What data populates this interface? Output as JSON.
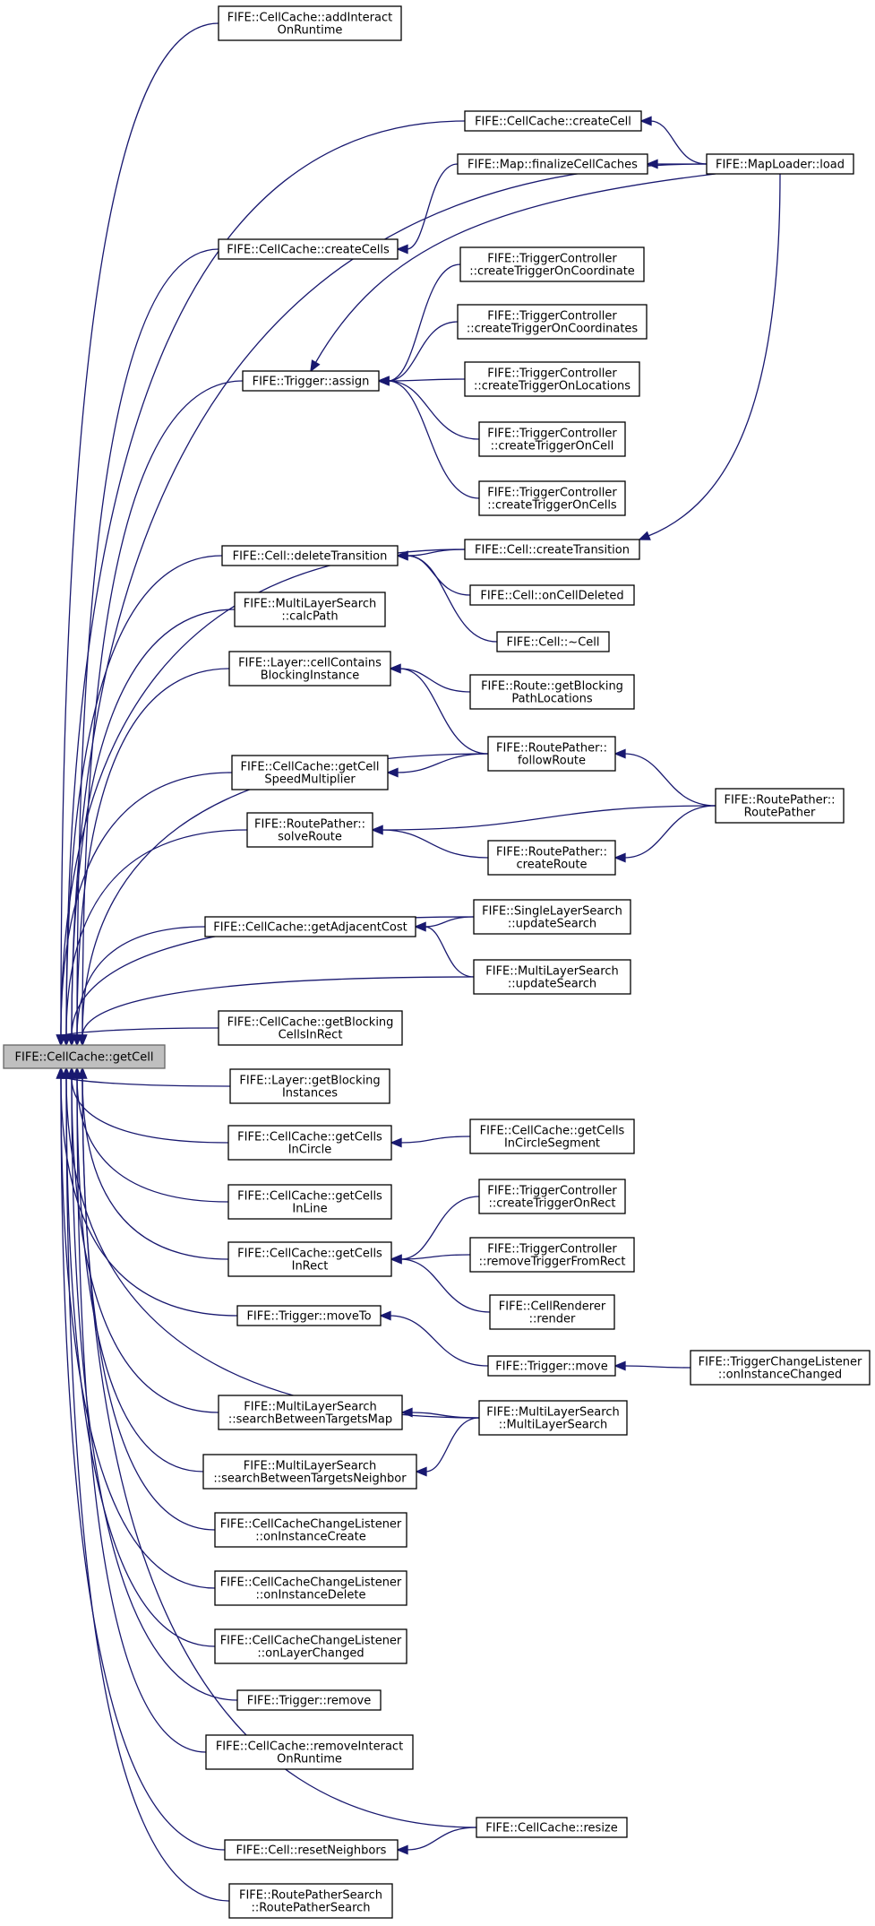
{
  "root": "n_getCell",
  "nodes": [
    {
      "id": "n_getCell",
      "lines": [
        "FIFE::CellCache::getCell"
      ]
    },
    {
      "id": "n_addInteract",
      "lines": [
        "FIFE::CellCache::addInteract",
        "OnRuntime"
      ]
    },
    {
      "id": "n_createCell",
      "lines": [
        "FIFE::CellCache::createCell"
      ]
    },
    {
      "id": "n_finalize",
      "lines": [
        "FIFE::Map::finalizeCellCaches"
      ]
    },
    {
      "id": "n_mapLoad",
      "lines": [
        "FIFE::MapLoader::load"
      ]
    },
    {
      "id": "n_createCells",
      "lines": [
        "FIFE::CellCache::createCells"
      ]
    },
    {
      "id": "n_tcCoord",
      "lines": [
        "FIFE::TriggerController",
        "::createTriggerOnCoordinate"
      ]
    },
    {
      "id": "n_tcCoords",
      "lines": [
        "FIFE::TriggerController",
        "::createTriggerOnCoordinates"
      ]
    },
    {
      "id": "n_assign",
      "lines": [
        "FIFE::Trigger::assign"
      ]
    },
    {
      "id": "n_tcLocs",
      "lines": [
        "FIFE::TriggerController",
        "::createTriggerOnLocations"
      ]
    },
    {
      "id": "n_tcCell",
      "lines": [
        "FIFE::TriggerController",
        "::createTriggerOnCell"
      ]
    },
    {
      "id": "n_tcCells",
      "lines": [
        "FIFE::TriggerController",
        "::createTriggerOnCells"
      ]
    },
    {
      "id": "n_deleteTrans",
      "lines": [
        "FIFE::Cell::deleteTransition"
      ]
    },
    {
      "id": "n_createTrans",
      "lines": [
        "FIFE::Cell::createTransition"
      ]
    },
    {
      "id": "n_onCellDeleted",
      "lines": [
        "FIFE::Cell::onCellDeleted"
      ]
    },
    {
      "id": "n_mlsCalcPath",
      "lines": [
        "FIFE::MultiLayerSearch",
        "::calcPath"
      ]
    },
    {
      "id": "n_dtorCell",
      "lines": [
        "FIFE::Cell::~Cell"
      ]
    },
    {
      "id": "n_cellContains",
      "lines": [
        "FIFE::Layer::cellContains",
        "BlockingInstance"
      ]
    },
    {
      "id": "n_routeGetBlocking",
      "lines": [
        "FIFE::Route::getBlocking",
        "PathLocations"
      ]
    },
    {
      "id": "n_speedMult",
      "lines": [
        "FIFE::CellCache::getCell",
        "SpeedMultiplier"
      ]
    },
    {
      "id": "n_followRoute",
      "lines": [
        "FIFE::RoutePather::",
        "followRoute"
      ]
    },
    {
      "id": "n_solveRoute",
      "lines": [
        "FIFE::RoutePather::",
        "solveRoute"
      ]
    },
    {
      "id": "n_routePather",
      "lines": [
        "FIFE::RoutePather::",
        "RoutePather"
      ]
    },
    {
      "id": "n_createRoute",
      "lines": [
        "FIFE::RoutePather::",
        "createRoute"
      ]
    },
    {
      "id": "n_adjCost",
      "lines": [
        "FIFE::CellCache::getAdjacentCost"
      ]
    },
    {
      "id": "n_slsUpdate",
      "lines": [
        "FIFE::SingleLayerSearch",
        "::updateSearch"
      ]
    },
    {
      "id": "n_mlsUpdate",
      "lines": [
        "FIFE::MultiLayerSearch",
        "::updateSearch"
      ]
    },
    {
      "id": "n_getBlockingCells",
      "lines": [
        "FIFE::CellCache::getBlocking",
        "CellsInRect"
      ]
    },
    {
      "id": "n_layerGetBlocking",
      "lines": [
        "FIFE::Layer::getBlocking",
        "Instances"
      ]
    },
    {
      "id": "n_inCircle",
      "lines": [
        "FIFE::CellCache::getCells",
        "InCircle"
      ]
    },
    {
      "id": "n_inCircleSeg",
      "lines": [
        "FIFE::CellCache::getCells",
        "InCircleSegment"
      ]
    },
    {
      "id": "n_inLine",
      "lines": [
        "FIFE::CellCache::getCells",
        "InLine"
      ]
    },
    {
      "id": "n_tcOnRect",
      "lines": [
        "FIFE::TriggerController",
        "::createTriggerOnRect"
      ]
    },
    {
      "id": "n_inRect",
      "lines": [
        "FIFE::CellCache::getCells",
        "InRect"
      ]
    },
    {
      "id": "n_tcRemoveRect",
      "lines": [
        "FIFE::TriggerController",
        "::removeTriggerFromRect"
      ]
    },
    {
      "id": "n_cellRenderer",
      "lines": [
        "FIFE::CellRenderer",
        "::render"
      ]
    },
    {
      "id": "n_moveTo",
      "lines": [
        "FIFE::Trigger::moveTo"
      ]
    },
    {
      "id": "n_move",
      "lines": [
        "FIFE::Trigger::move"
      ]
    },
    {
      "id": "n_tclInstChanged",
      "lines": [
        "FIFE::TriggerChangeListener",
        "::onInstanceChanged"
      ]
    },
    {
      "id": "n_mlsBetweenMap",
      "lines": [
        "FIFE::MultiLayerSearch",
        "::searchBetweenTargetsMap"
      ]
    },
    {
      "id": "n_mlsCtor",
      "lines": [
        "FIFE::MultiLayerSearch",
        "::MultiLayerSearch"
      ]
    },
    {
      "id": "n_mlsBetweenNeighbor",
      "lines": [
        "FIFE::MultiLayerSearch",
        "::searchBetweenTargetsNeighbor"
      ]
    },
    {
      "id": "n_cclCreate",
      "lines": [
        "FIFE::CellCacheChangeListener",
        "::onInstanceCreate"
      ]
    },
    {
      "id": "n_cclDelete",
      "lines": [
        "FIFE::CellCacheChangeListener",
        "::onInstanceDelete"
      ]
    },
    {
      "id": "n_cclLayer",
      "lines": [
        "FIFE::CellCacheChangeListener",
        "::onLayerChanged"
      ]
    },
    {
      "id": "n_triggerRemove",
      "lines": [
        "FIFE::Trigger::remove"
      ]
    },
    {
      "id": "n_removeInteract",
      "lines": [
        "FIFE::CellCache::removeInteract",
        "OnRuntime"
      ]
    },
    {
      "id": "n_resize",
      "lines": [
        "FIFE::CellCache::resize"
      ]
    },
    {
      "id": "n_resetNeighbors",
      "lines": [
        "FIFE::Cell::resetNeighbors"
      ]
    },
    {
      "id": "n_rpsCtor",
      "lines": [
        "FIFE::RoutePatherSearch",
        "::RoutePatherSearch"
      ]
    }
  ],
  "edges": [
    {
      "from": "n_addInteract",
      "to": "n_getCell"
    },
    {
      "from": "n_createCell",
      "to": "n_getCell"
    },
    {
      "from": "n_mapLoad",
      "to": "n_getCell"
    },
    {
      "from": "n_createCells",
      "to": "n_getCell"
    },
    {
      "from": "n_assign",
      "to": "n_getCell"
    },
    {
      "from": "n_createTrans",
      "to": "n_getCell"
    },
    {
      "from": "n_deleteTrans",
      "to": "n_getCell"
    },
    {
      "from": "n_mlsCalcPath",
      "to": "n_getCell"
    },
    {
      "from": "n_cellContains",
      "to": "n_getCell"
    },
    {
      "from": "n_followRoute",
      "to": "n_getCell"
    },
    {
      "from": "n_speedMult",
      "to": "n_getCell"
    },
    {
      "from": "n_solveRoute",
      "to": "n_getCell"
    },
    {
      "from": "n_slsUpdate",
      "to": "n_getCell"
    },
    {
      "from": "n_adjCost",
      "to": "n_getCell"
    },
    {
      "from": "n_mlsUpdate",
      "to": "n_getCell"
    },
    {
      "from": "n_getBlockingCells",
      "to": "n_getCell"
    },
    {
      "from": "n_layerGetBlocking",
      "to": "n_getCell"
    },
    {
      "from": "n_inCircle",
      "to": "n_getCell"
    },
    {
      "from": "n_inLine",
      "to": "n_getCell"
    },
    {
      "from": "n_inRect",
      "to": "n_getCell"
    },
    {
      "from": "n_moveTo",
      "to": "n_getCell"
    },
    {
      "from": "n_mlsCtor",
      "to": "n_getCell"
    },
    {
      "from": "n_mlsBetweenMap",
      "to": "n_getCell"
    },
    {
      "from": "n_mlsBetweenNeighbor",
      "to": "n_getCell"
    },
    {
      "from": "n_cclCreate",
      "to": "n_getCell"
    },
    {
      "from": "n_cclDelete",
      "to": "n_getCell"
    },
    {
      "from": "n_cclLayer",
      "to": "n_getCell"
    },
    {
      "from": "n_triggerRemove",
      "to": "n_getCell"
    },
    {
      "from": "n_removeInteract",
      "to": "n_getCell"
    },
    {
      "from": "n_resize",
      "to": "n_getCell"
    },
    {
      "from": "n_resetNeighbors",
      "to": "n_getCell"
    },
    {
      "from": "n_rpsCtor",
      "to": "n_getCell"
    },
    {
      "from": "n_mapLoad",
      "to": "n_createCell"
    },
    {
      "from": "n_mapLoad",
      "to": "n_finalize"
    },
    {
      "from": "n_finalize",
      "to": "n_createCells"
    },
    {
      "from": "n_mapLoad",
      "to": "n_assign"
    },
    {
      "from": "n_tcCoord",
      "to": "n_assign"
    },
    {
      "from": "n_tcCoords",
      "to": "n_assign"
    },
    {
      "from": "n_tcLocs",
      "to": "n_assign"
    },
    {
      "from": "n_tcCell",
      "to": "n_assign"
    },
    {
      "from": "n_tcCells",
      "to": "n_assign"
    },
    {
      "from": "n_mapLoad",
      "to": "n_createTrans"
    },
    {
      "from": "n_createTrans",
      "to": "n_deleteTrans"
    },
    {
      "from": "n_onCellDeleted",
      "to": "n_deleteTrans"
    },
    {
      "from": "n_dtorCell",
      "to": "n_deleteTrans"
    },
    {
      "from": "n_routeGetBlocking",
      "to": "n_cellContains"
    },
    {
      "from": "n_followRoute",
      "to": "n_cellContains"
    },
    {
      "from": "n_followRoute",
      "to": "n_speedMult"
    },
    {
      "from": "n_routePather",
      "to": "n_followRoute"
    },
    {
      "from": "n_routePather",
      "to": "n_solveRoute"
    },
    {
      "from": "n_createRoute",
      "to": "n_solveRoute"
    },
    {
      "from": "n_routePather",
      "to": "n_createRoute"
    },
    {
      "from": "n_slsUpdate",
      "to": "n_adjCost"
    },
    {
      "from": "n_mlsUpdate",
      "to": "n_adjCost"
    },
    {
      "from": "n_inCircleSeg",
      "to": "n_inCircle"
    },
    {
      "from": "n_tcOnRect",
      "to": "n_inRect"
    },
    {
      "from": "n_tcRemoveRect",
      "to": "n_inRect"
    },
    {
      "from": "n_cellRenderer",
      "to": "n_inRect"
    },
    {
      "from": "n_move",
      "to": "n_moveTo"
    },
    {
      "from": "n_tclInstChanged",
      "to": "n_move"
    },
    {
      "from": "n_mlsCtor",
      "to": "n_mlsBetweenMap"
    },
    {
      "from": "n_mlsCtor",
      "to": "n_mlsBetweenNeighbor"
    },
    {
      "from": "n_resize",
      "to": "n_resetNeighbors"
    }
  ]
}
